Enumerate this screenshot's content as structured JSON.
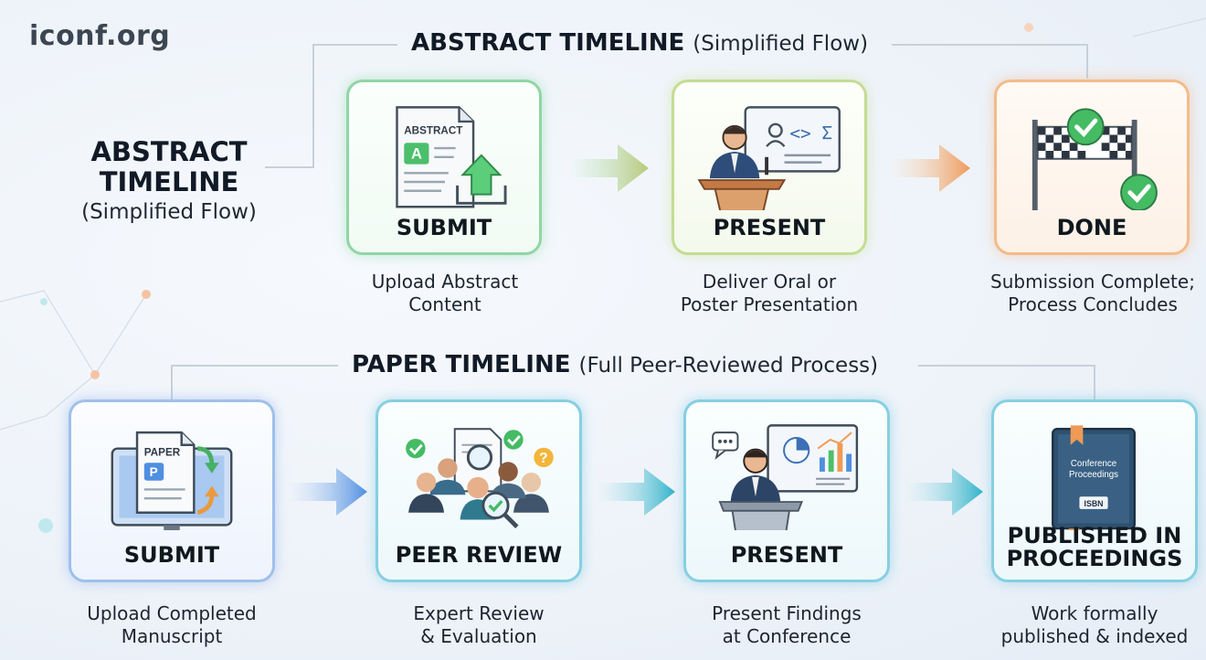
{
  "logo": "iconf.org",
  "side_title": {
    "line1": "ABSTRACT",
    "line2": "TIMELINE",
    "subtitle": "(Simplified Flow)"
  },
  "abstract_header": {
    "title": "ABSTRACT TIMELINE",
    "subtitle": "(Simplified Flow)"
  },
  "paper_header": {
    "title": "PAPER TIMELINE",
    "subtitle": "(Full Peer-Reviewed Process)"
  },
  "abstract_steps": [
    {
      "label": "SUBMIT",
      "desc1": "Upload Abstract",
      "desc2": "Content",
      "doc_title": "ABSTRACT",
      "doc_letter": "A"
    },
    {
      "label": "PRESENT",
      "desc1": "Deliver Oral or",
      "desc2": "Poster Presentation",
      "board_text": "<> Σ"
    },
    {
      "label": "DONE",
      "desc1": "Submission Complete;",
      "desc2": "Process Concludes"
    }
  ],
  "paper_steps": [
    {
      "label": "SUBMIT",
      "desc1": "Upload Completed",
      "desc2": "Manuscript",
      "doc_title": "PAPER",
      "doc_letter": "P"
    },
    {
      "label": "PEER REVIEW",
      "desc1": "Expert Review",
      "desc2": "& Evaluation",
      "question": "?"
    },
    {
      "label": "PRESENT",
      "desc1": "Present Findings",
      "desc2": "at Conference"
    },
    {
      "label1": "PUBLISHED IN",
      "label2": "PROCEEDINGS",
      "desc1": "Work formally",
      "desc2": "published & indexed",
      "book_title1": "Conference",
      "book_title2": "Proceedings",
      "book_isbn": "ISBN"
    }
  ],
  "colors": {
    "green": "#4cbf6a",
    "orange": "#ef9a55",
    "blue": "#4f8fe0",
    "teal": "#2fb3c9"
  }
}
